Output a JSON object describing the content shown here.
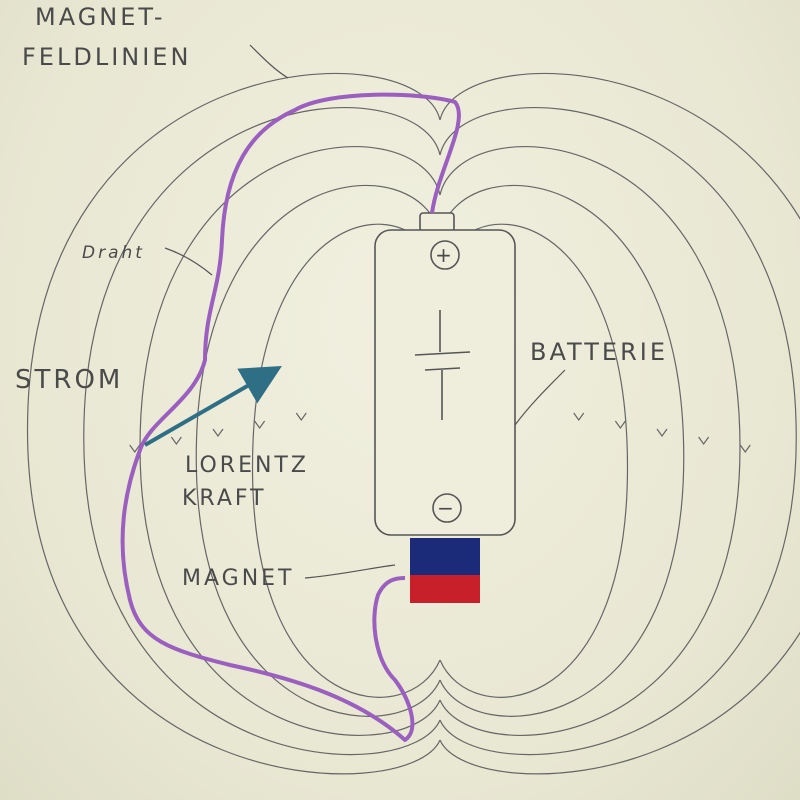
{
  "labels": {
    "field_lines_1": "MAGNET-",
    "field_lines_2": "FELDLINIEN",
    "wire": "Draht",
    "current": "STROM",
    "lorentz_1": "LORENTZ",
    "lorentz_2": "KRAFT",
    "battery": "BATTERIE",
    "magnet": "MAGNET",
    "plus": "+",
    "minus": "−"
  },
  "colors": {
    "wire": "#9a5fbf",
    "force_arrow": "#2e6f86",
    "magnet_north": "#1c2a7a",
    "magnet_south": "#c8202a",
    "pencil": "#555555"
  }
}
